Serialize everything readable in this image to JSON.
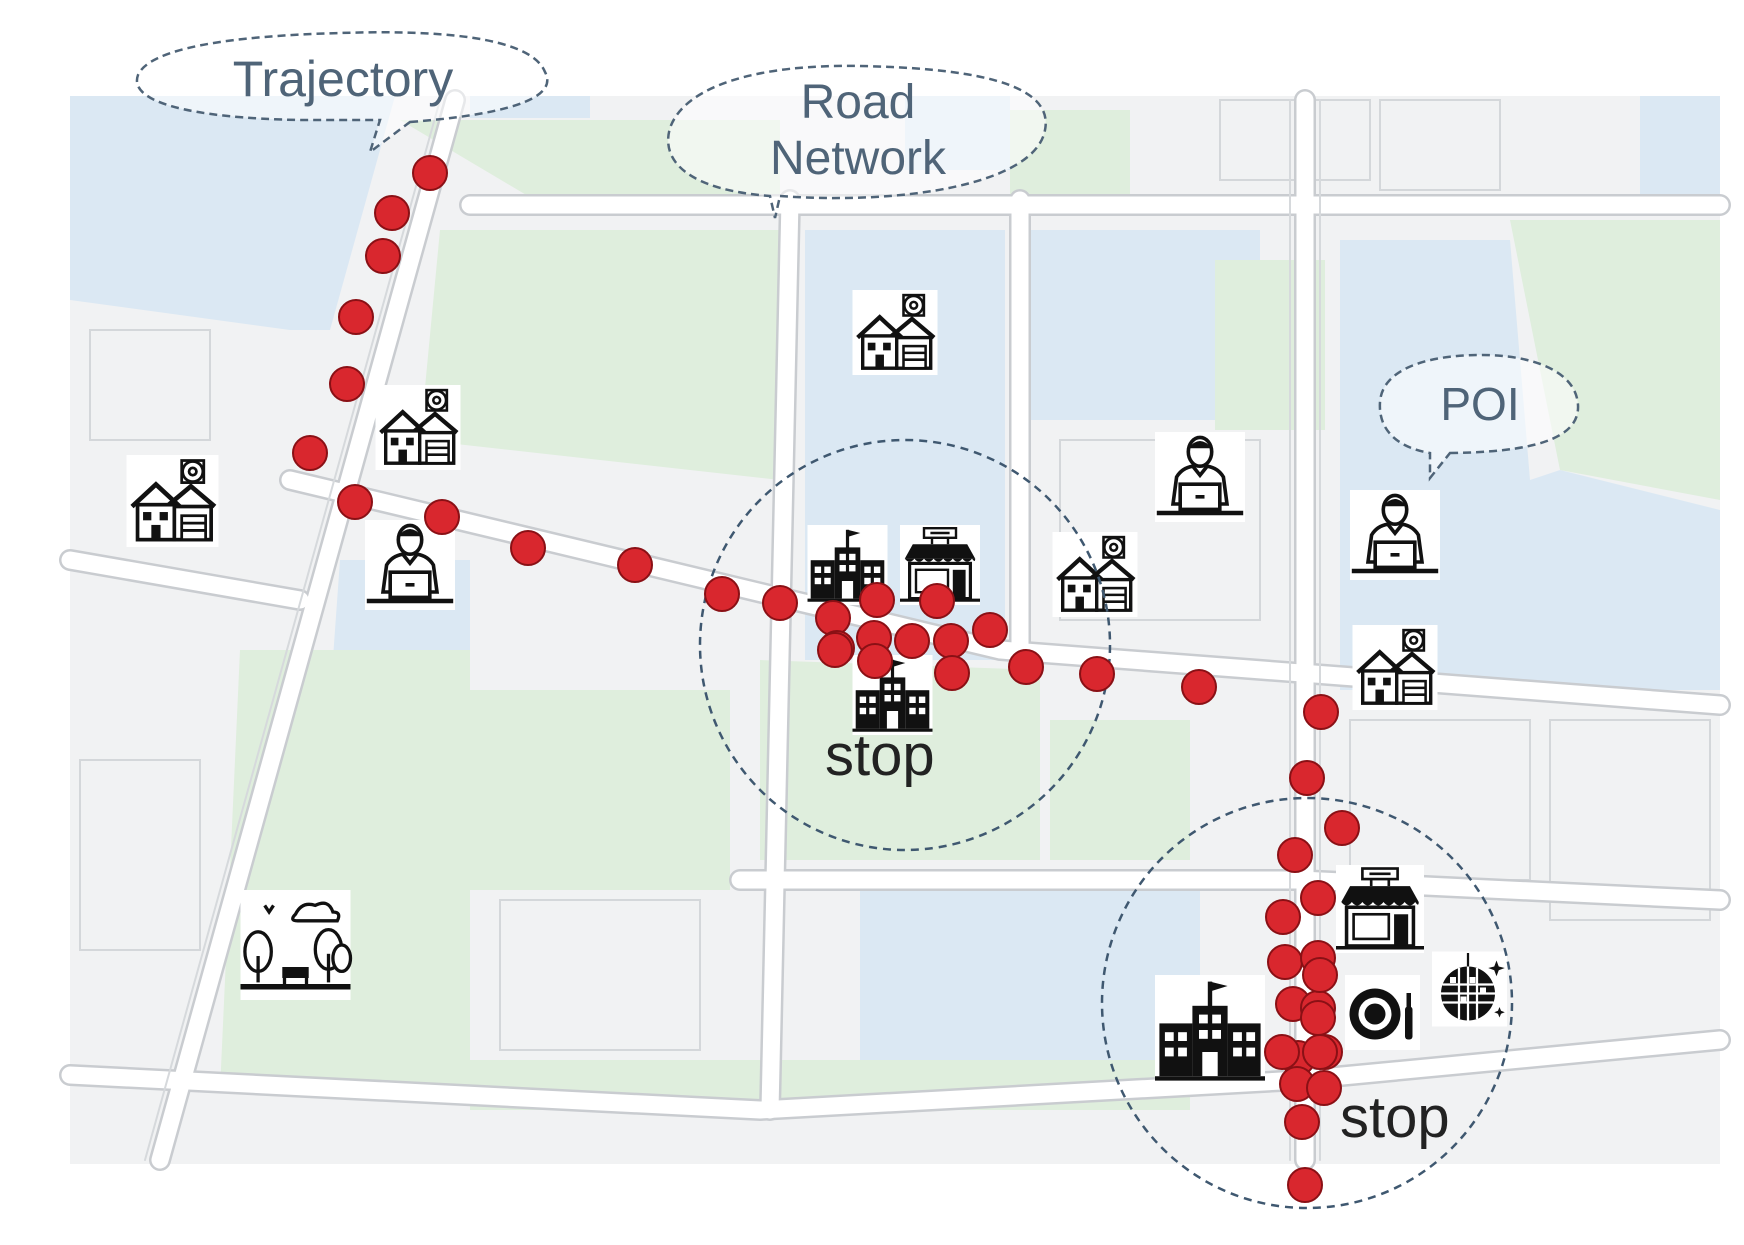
{
  "callouts": {
    "trajectory": "Trajectory",
    "road_network_line1": "Road",
    "road_network_line2": "Network",
    "poi": "POI"
  },
  "stops": {
    "stop1": "stop",
    "stop2": "stop"
  },
  "colors": {
    "background": "#ffffff",
    "land": "#f1f2f3",
    "water": "#dbe8f3",
    "park": "#dfeedd",
    "road": "#ffffff",
    "road_edge": "#c9ccd0",
    "trajectory_point": "#d9272e",
    "trajectory_point_edge": "#8a1015",
    "callout_border": "#4f6478",
    "callout_text": "#4f6478",
    "stop_text": "#222222"
  },
  "poi_icons": [
    {
      "kind": "house-icon"
    },
    {
      "kind": "house-icon"
    },
    {
      "kind": "house-icon"
    },
    {
      "kind": "house-icon"
    },
    {
      "kind": "house-icon"
    },
    {
      "kind": "office-worker-icon"
    },
    {
      "kind": "office-worker-icon"
    },
    {
      "kind": "office-worker-icon"
    },
    {
      "kind": "school-icon"
    },
    {
      "kind": "school-icon"
    },
    {
      "kind": "school-icon"
    },
    {
      "kind": "shop-icon"
    },
    {
      "kind": "shop-icon"
    },
    {
      "kind": "restaurant-icon"
    },
    {
      "kind": "disco-ball-icon"
    },
    {
      "kind": "park-icon"
    }
  ]
}
